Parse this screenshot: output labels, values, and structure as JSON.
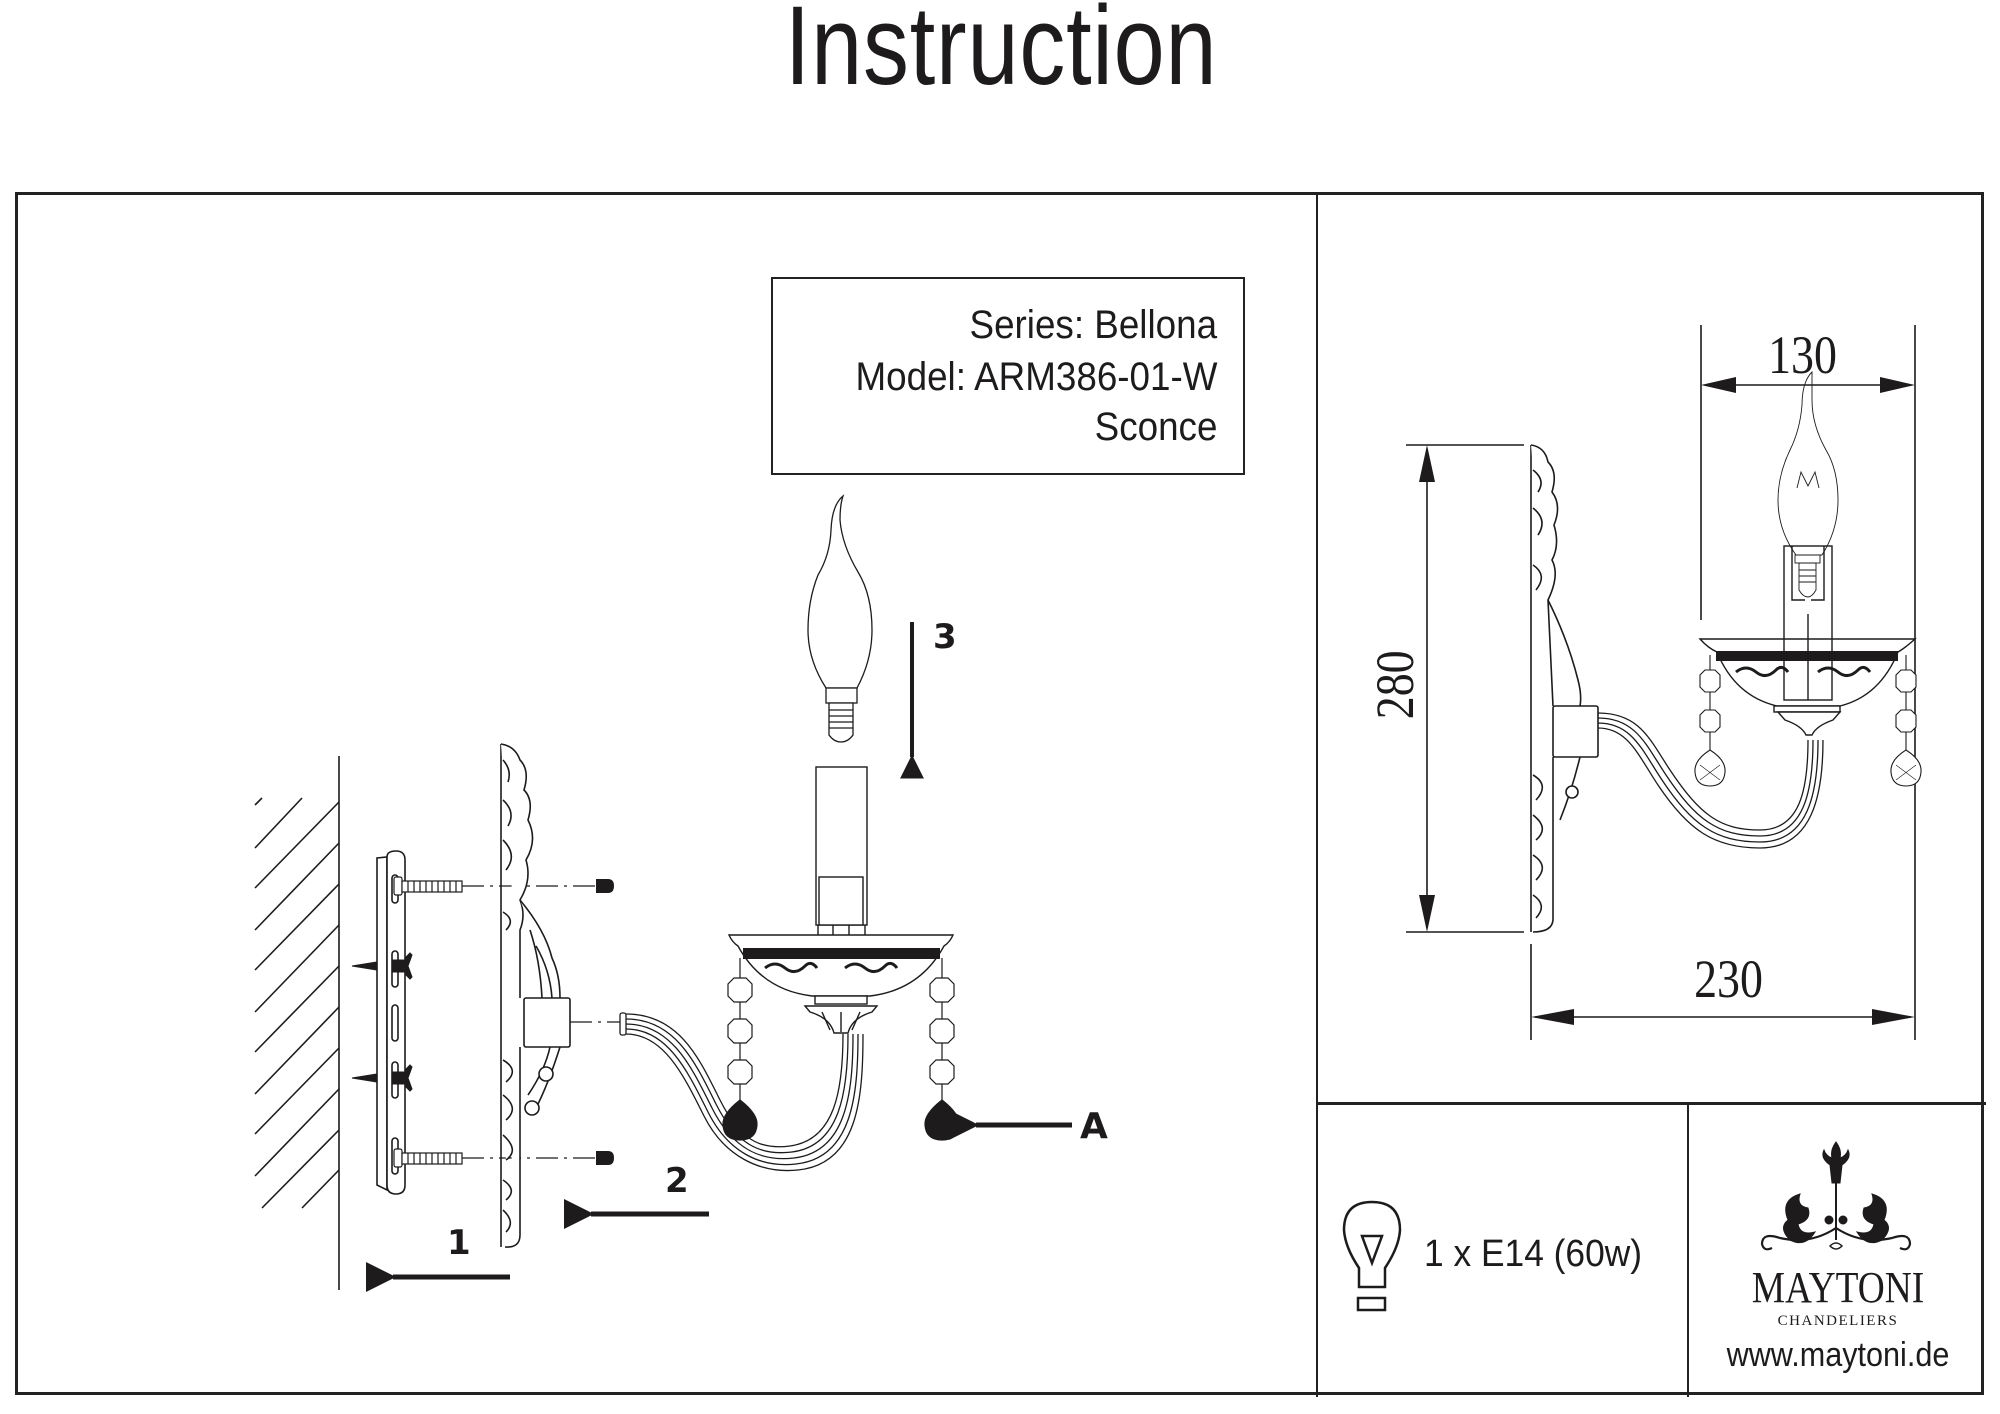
{
  "page": {
    "title": "Instruction"
  },
  "product": {
    "series_line": "Series: Bellona",
    "model_line": "Model: ARM386-01-W",
    "type_line": "Sconce"
  },
  "assembly_steps": {
    "step_1": "1",
    "step_2": "2",
    "step_3": "3",
    "callout_a": "A"
  },
  "dimensions": {
    "width": "130",
    "height": "280",
    "depth": "230",
    "unit_note": ""
  },
  "lamp_spec": {
    "icon": "light-bulb-icon",
    "text": "1 x E14 (60w)"
  },
  "brand": {
    "logo_icon": "chandelier-ornament-icon",
    "name": "MAYTONI",
    "subtitle": "CHANDELIERS",
    "website": "www.maytoni.de"
  },
  "colors": {
    "ink": "#1d1b1c",
    "background": "#ffffff"
  }
}
